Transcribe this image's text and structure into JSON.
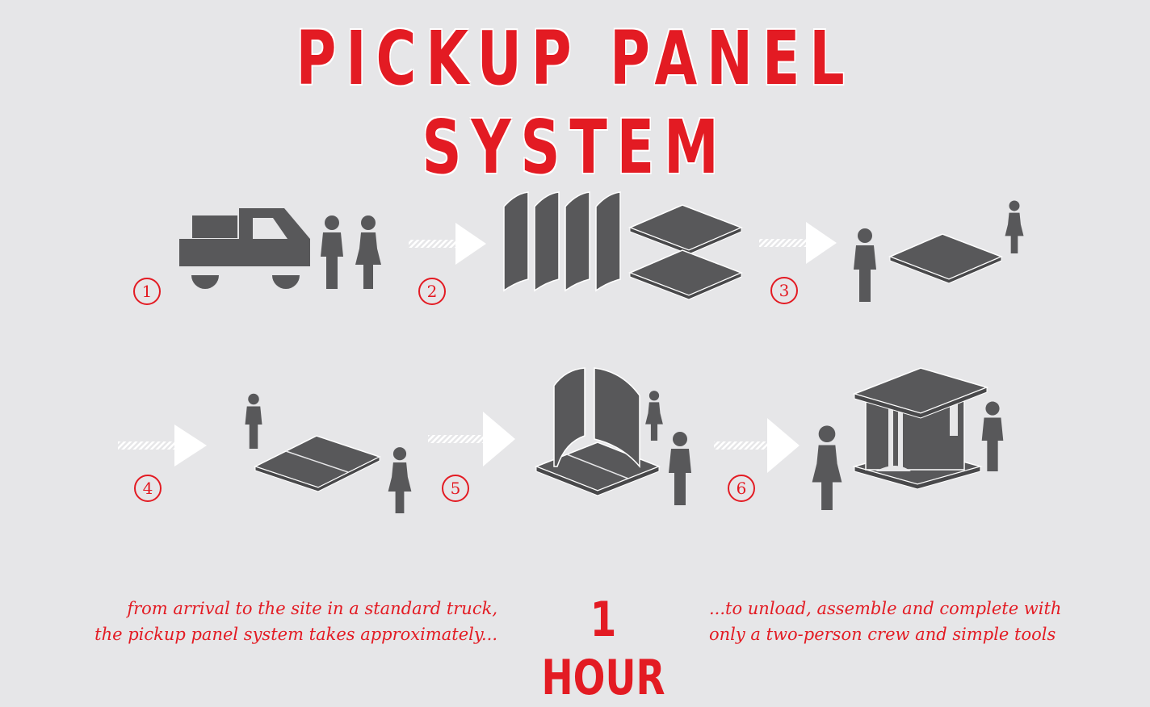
{
  "title": "PICKUP PANEL SYSTEM",
  "steps": [
    {
      "number": "1",
      "label": "truck-and-crew"
    },
    {
      "number": "2",
      "label": "panels-unloaded"
    },
    {
      "number": "3",
      "label": "floor-panel-placed"
    },
    {
      "number": "4",
      "label": "second-floor-panel"
    },
    {
      "number": "5",
      "label": "walls-raised"
    },
    {
      "number": "6",
      "label": "unit-complete"
    }
  ],
  "footer": {
    "left_line1": "from arrival to the site in a standard truck,",
    "left_line2": "the pickup panel system takes approximately...",
    "duration": "1 HOUR",
    "right_line1": "...to unload, assemble and complete with",
    "right_line2": "only a two-person crew and simple tools"
  },
  "colors": {
    "accent": "#e31b23",
    "icon": "#58585a",
    "background": "#e6e6e8"
  }
}
